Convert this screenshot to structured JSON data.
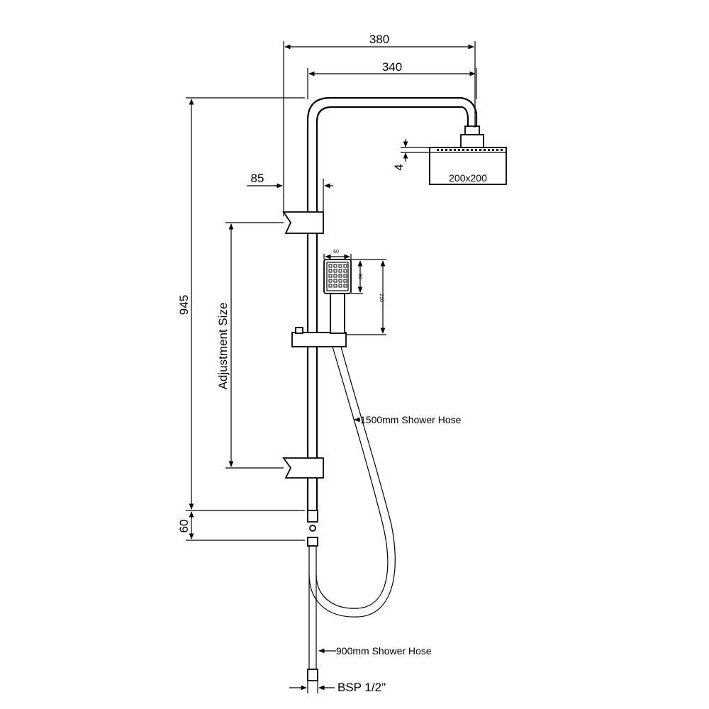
{
  "dimensions": {
    "overall_width": "380",
    "arm_width": "340",
    "head_thickness": "4",
    "head_size": "200x200",
    "bracket_offset": "85",
    "total_height": "945",
    "adjustment": "Adjustment Size",
    "lower_gap": "60",
    "handset_width": "60",
    "handset_head": "80",
    "handset_length": "210"
  },
  "callouts": {
    "upper_hose": "1500mm Shower Hose",
    "lower_hose": "900mm Shower Hose",
    "inlet": "BSP 1/2\""
  }
}
